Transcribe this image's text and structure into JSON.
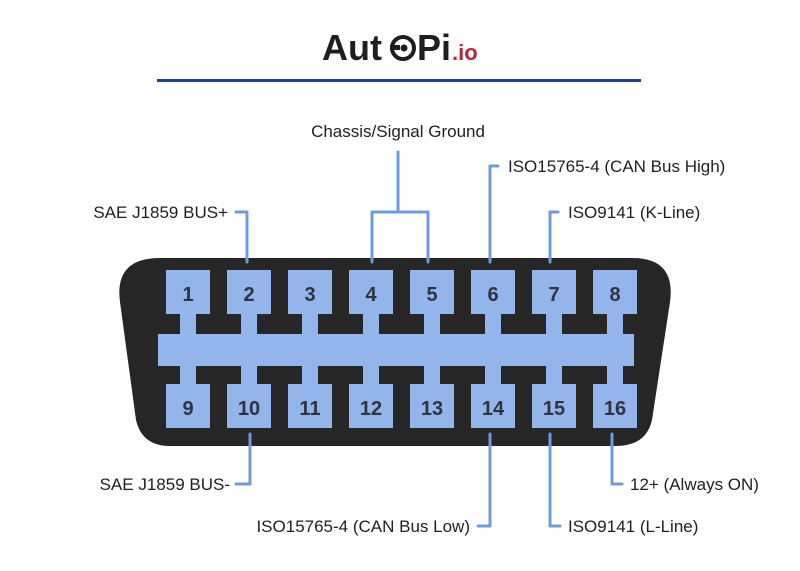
{
  "logo": {
    "brand_part1": "Aut",
    "brand_part2": "Pi",
    "brand_suffix": ".io",
    "icon": "car-steering-o-icon",
    "suffix_color": "#b5283a",
    "rule_color": "#1f3f8f"
  },
  "connector": {
    "body_color": "#262626",
    "pin_color": "#94b4ec",
    "lead_color": "#6f9ae0",
    "top_row": [
      "1",
      "2",
      "3",
      "4",
      "5",
      "6",
      "7",
      "8"
    ],
    "bottom_row": [
      "9",
      "10",
      "11",
      "12",
      "13",
      "14",
      "15",
      "16"
    ]
  },
  "labels": {
    "chassis_ground": "Chassis/Signal Ground",
    "can_high": "ISO15765-4 (CAN Bus High)",
    "sae_bus_plus": "SAE J1859 BUS+",
    "k_line": "ISO9141 (K-Line)",
    "sae_bus_minus": "SAE J1859 BUS-",
    "always_on": "12+ (Always ON)",
    "can_low": "ISO15765-4 (CAN Bus Low)",
    "l_line": "ISO9141 (L-Line)"
  }
}
